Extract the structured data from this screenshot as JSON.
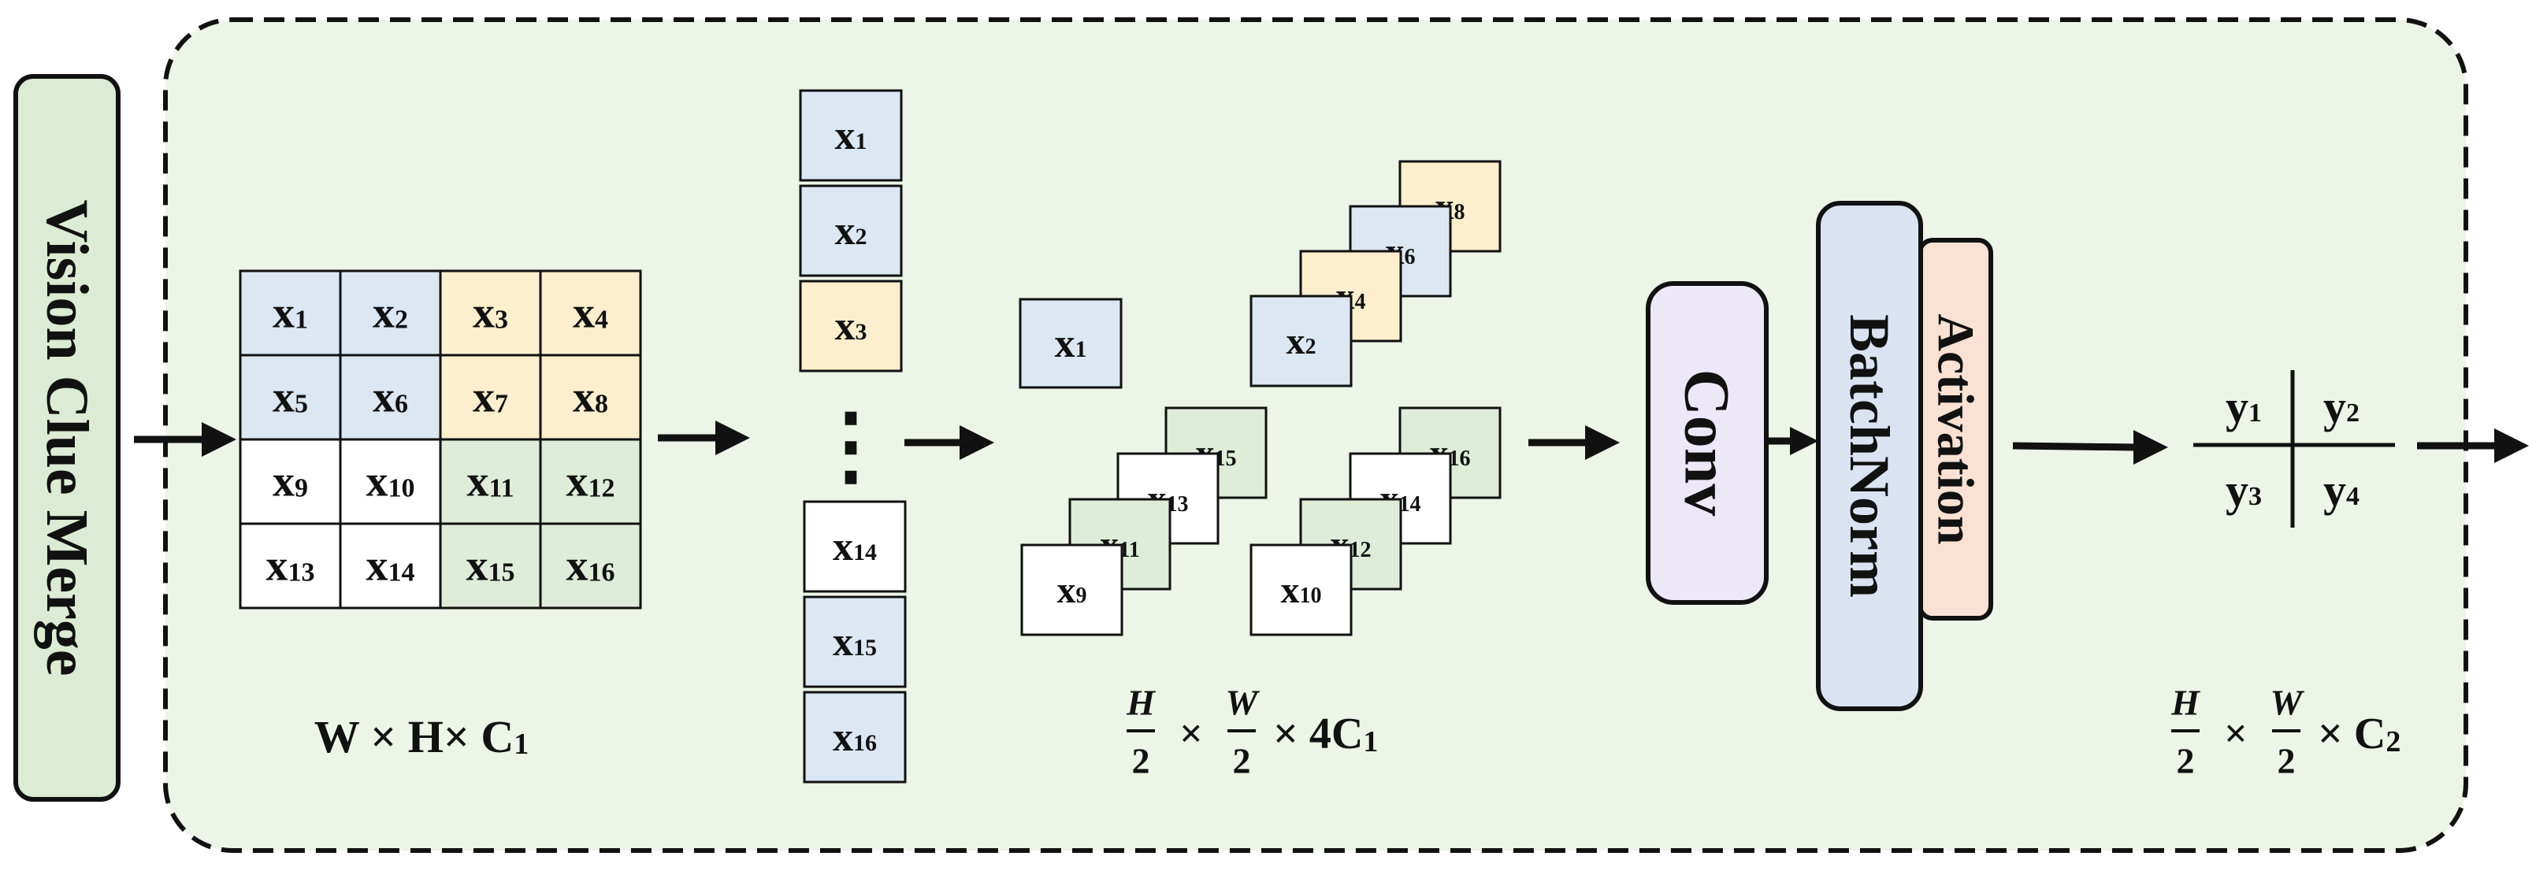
{
  "title": "Vision Clue Merge",
  "colors": {
    "panel": "#edf4e8",
    "title_box": "#dcebd3",
    "blue": "#dbe7f3",
    "yellow": "#fdefcd",
    "green": "#dfecd8",
    "white": "#ffffff",
    "conv": "#ede8f7",
    "batchnorm": "#dbe3f3",
    "activation": "#f9e1d3"
  },
  "grid": {
    "rows": [
      [
        {
          "sub": "1",
          "c": "blue"
        },
        {
          "sub": "2",
          "c": "blue"
        },
        {
          "sub": "3",
          "c": "yellow"
        },
        {
          "sub": "4",
          "c": "yellow"
        }
      ],
      [
        {
          "sub": "5",
          "c": "blue"
        },
        {
          "sub": "6",
          "c": "blue"
        },
        {
          "sub": "7",
          "c": "yellow"
        },
        {
          "sub": "8",
          "c": "yellow"
        }
      ],
      [
        {
          "sub": "9",
          "c": "white"
        },
        {
          "sub": "10",
          "c": "white"
        },
        {
          "sub": "11",
          "c": "green"
        },
        {
          "sub": "12",
          "c": "green"
        }
      ],
      [
        {
          "sub": "13",
          "c": "white"
        },
        {
          "sub": "14",
          "c": "white"
        },
        {
          "sub": "15",
          "c": "green"
        },
        {
          "sub": "16",
          "c": "green"
        }
      ]
    ]
  },
  "column": {
    "top": [
      {
        "sub": "1",
        "c": "blue"
      },
      {
        "sub": "2",
        "c": "blue"
      },
      {
        "sub": "3",
        "c": "yellow"
      }
    ],
    "ellipsis": "⋮",
    "bottom": [
      {
        "sub": "14",
        "c": "white"
      },
      {
        "sub": "15",
        "c": "blue"
      },
      {
        "sub": "16",
        "c": "blue"
      }
    ]
  },
  "stacks": {
    "single": {
      "sub": "1",
      "c": "blue"
    },
    "top_right": [
      {
        "sub": "8",
        "c": "yellow"
      },
      {
        "sub": "6",
        "c": "blue"
      },
      {
        "sub": "4",
        "c": "yellow"
      },
      {
        "sub": "2",
        "c": "blue"
      }
    ],
    "bottom_left": [
      {
        "sub": "15",
        "c": "green"
      },
      {
        "sub": "13",
        "c": "white"
      },
      {
        "sub": "11",
        "c": "green"
      },
      {
        "sub": "9",
        "c": "white"
      }
    ],
    "bottom_right": [
      {
        "sub": "16",
        "c": "green"
      },
      {
        "sub": "14",
        "c": "white"
      },
      {
        "sub": "12",
        "c": "green"
      },
      {
        "sub": "10",
        "c": "white"
      }
    ]
  },
  "blocks": {
    "conv": "Conv",
    "batchnorm": "BatchNorm",
    "activation": "Activation"
  },
  "output": {
    "y": [
      [
        "1",
        "2"
      ],
      [
        "3",
        "4"
      ]
    ]
  },
  "labels": {
    "dims1": {
      "W": "W",
      "H": "H",
      "C": "C",
      "csub": "1"
    },
    "dims2": {
      "num1": "H",
      "num2": "W",
      "den": "2",
      "mult": "4C",
      "csub": "1"
    },
    "dims3": {
      "num1": "H",
      "num2": "W",
      "den": "2",
      "C": "C",
      "csub": "2"
    }
  }
}
